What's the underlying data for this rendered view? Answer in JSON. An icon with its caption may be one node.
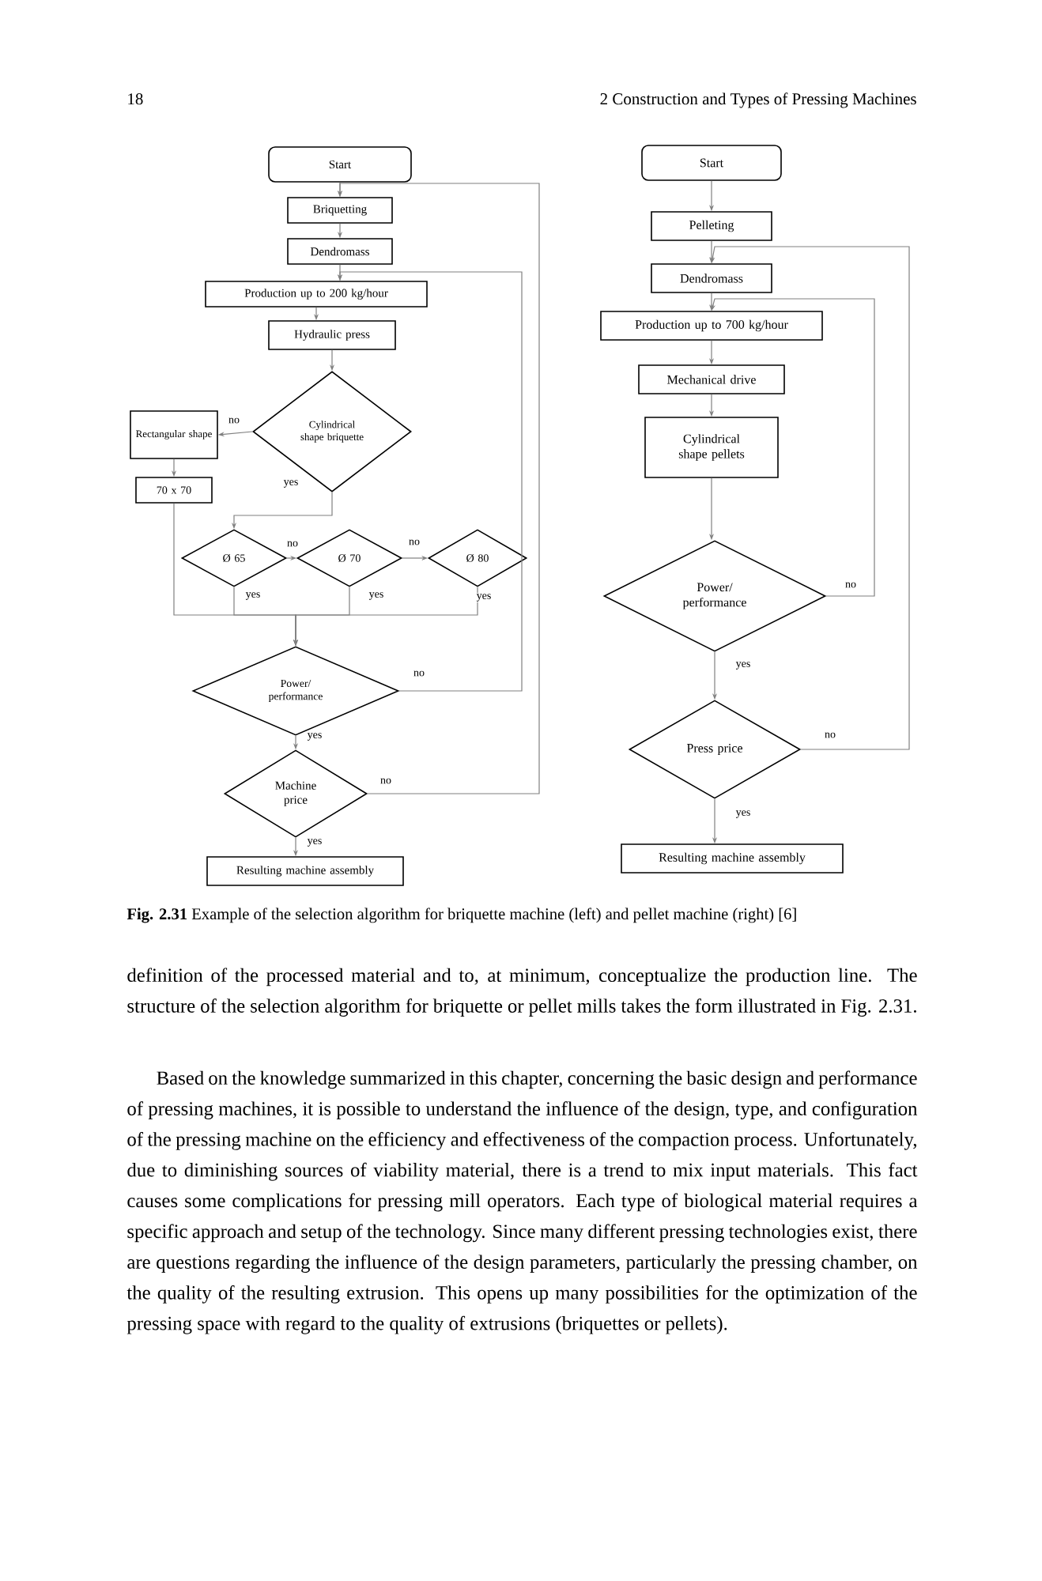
{
  "diagram": {
    "caption": "**Fig. 2.31** Example of the selection algorithm for briquette machine (left) and pellet machine (right) [6]",
    "nodes": [
      {
        "text": [
          "Start"
        ]
      },
      {
        "text": [
          "Briquetting"
        ]
      },
      {
        "text": [
          "Dendromass"
        ]
      },
      {
        "text": [
          "Production up to 200 kg/hour"
        ]
      },
      {
        "text": [
          "Hydraulic press"
        ]
      },
      {
        "text": [
          "Cylindrical shape briquette"
        ]
      },
      {
        "text": [
          "Rectangular shape"
        ]
      },
      {
        "text": [
          "70 x 70"
        ]
      },
      {
        "text": [
          "Ø 65"
        ]
      },
      {
        "text": [
          "Ø 70"
        ]
      },
      {
        "text": [
          "Ø 80"
        ]
      },
      {
        "text": [
          "Power/ performance"
        ]
      },
      {
        "text": [
          "Machine price"
        ]
      },
      {
        "text": [
          "Resulting machine assembly"
        ]
      },
      {
        "text": [
          "Start"
        ]
      },
      {
        "text": [
          "Pelleting"
        ]
      },
      {
        "text": [
          "Dendromass"
        ]
      },
      {
        "text": [
          "Production up to 700 kg/hour"
        ]
      },
      {
        "text": [
          "Mechanical drive"
        ]
      },
      {
        "text": [
          "Cylindrical shape pellets"
        ]
      },
      {
        "text": [
          "Power/ performance"
        ]
      },
      {
        "text": [
          "Press price"
        ]
      },
      {
        "text": [
          "Resulting machine assembly"
        ]
      }
    ],
    "edges": [
      {
        "from": 0,
        "to": 1,
        "arrow": "to"
      },
      {
        "from": 1,
        "to": 2,
        "arrow": "to"
      },
      {
        "from": 2,
        "to": 3,
        "arrow": "to"
      },
      {
        "from": 3,
        "to": 4,
        "arrow": "to"
      },
      {
        "from": 4,
        "to": 5,
        "arrow": "to"
      },
      {
        "from": 5,
        "to": 6,
        "arrow": "to",
        "label": "no"
      },
      {
        "from": 6,
        "to": 7,
        "arrow": "to"
      },
      {
        "from": 5,
        "to": 8,
        "arrow": "to",
        "label": "yes"
      },
      {
        "from": 8,
        "to": 9,
        "arrow": "to",
        "label": "no"
      },
      {
        "from": 9,
        "to": 10,
        "arrow": "to",
        "label": "no"
      },
      {
        "from": 7,
        "to": 11,
        "arrow": "to"
      },
      {
        "from": 8,
        "to": 11,
        "arrow": "to",
        "label": "yes"
      },
      {
        "from": 9,
        "to": 11,
        "arrow": "to",
        "label": "yes"
      },
      {
        "from": 10,
        "to": 11,
        "arrow": "to",
        "label": "yes"
      },
      {
        "from": 11,
        "to": 3,
        "arrow": "to",
        "label": "no"
      },
      {
        "from": 11,
        "to": 12,
        "arrow": "to",
        "label": "yes"
      },
      {
        "from": 12,
        "to": 1,
        "arrow": "to",
        "label": "no"
      },
      {
        "from": 12,
        "to": 13,
        "arrow": "to",
        "label": "yes"
      },
      {
        "from": 14,
        "to": 15,
        "arrow": "to"
      },
      {
        "from": 15,
        "to": 16,
        "arrow": "to"
      },
      {
        "from": 16,
        "to": 17,
        "arrow": "to"
      },
      {
        "from": 17,
        "to": 18,
        "arrow": "to"
      },
      {
        "from": 18,
        "to": 19,
        "arrow": "to"
      },
      {
        "from": 19,
        "to": 20,
        "arrow": "to"
      },
      {
        "from": 20,
        "to": 17,
        "arrow": "to",
        "label": "no"
      },
      {
        "from": 20,
        "to": 21,
        "arrow": "to",
        "label": "yes"
      },
      {
        "from": 21,
        "to": 16,
        "arrow": "to",
        "label": "no"
      },
      {
        "from": 21,
        "to": 22,
        "arrow": "to",
        "label": "yes"
      }
    ],
    "labels": [
      "18",
      "2 Construction and Types of Pressing Machines",
      "definition of the processed material and to, at minimum, conceptualize the production line. The structure of the selection algorithm for briquette or pellet mills takes the form illustrated in Fig. 2.31.",
      "Based on the knowledge summarized in this chapter, concerning the basic design and performance of pressing machines, it is possible to understand the influence of the design, type, and configuration of the pressing machine on the efficiency and effectiveness of the compaction process. Unfortunately, due to diminishing sources of viability material, there is a trend to mix input materials. This fact causes some complications for pressing mill operators. Each type of biological material requires a specific approach and setup of the technology. Since many different pressing technologies exist, there are questions regarding the influence of the design parameters, particularly the pressing chamber, on the quality of the resulting extrusion. This opens up many possibilities for the optimization of the pressing space with regard to the quality of extrusions (briquettes or pellets)."
    ]
  }
}
